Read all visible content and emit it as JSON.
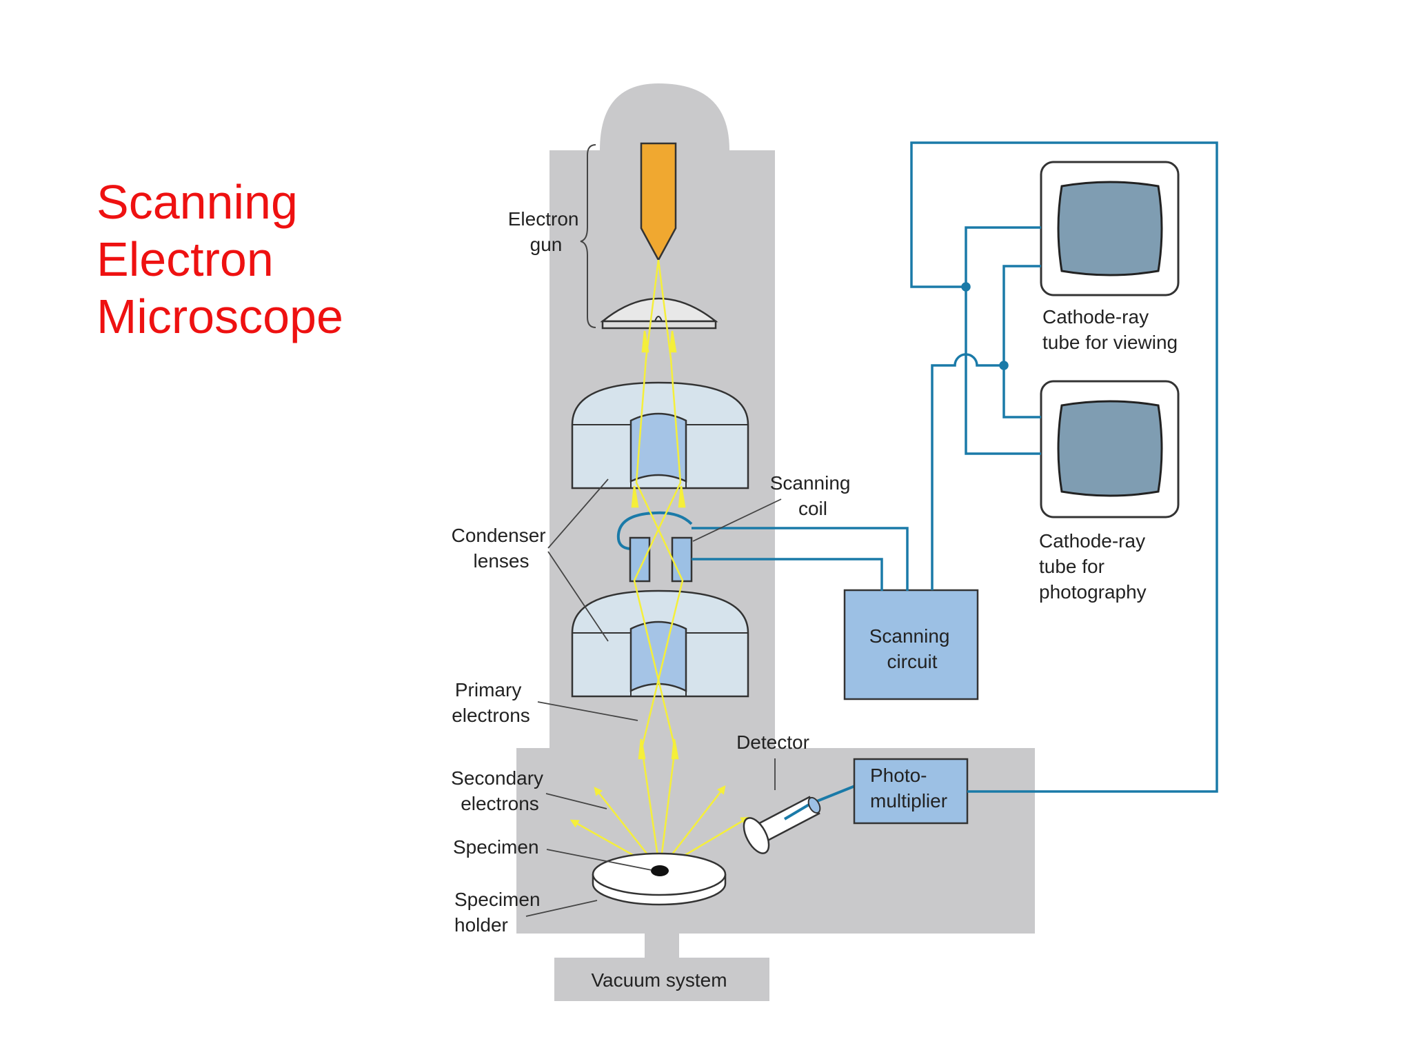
{
  "slide": {
    "title": "Scanning\nElectron\nMicroscope"
  },
  "labels": {
    "electron_gun": [
      "Electron",
      "gun"
    ],
    "condenser_lenses": [
      "Condenser",
      "lenses"
    ],
    "scanning_coil": [
      "Scanning",
      "coil"
    ],
    "scanning_circuit": [
      "Scanning",
      "circuit"
    ],
    "crt_viewing": [
      "Cathode-ray",
      "tube for viewing"
    ],
    "crt_photography": [
      "Cathode-ray",
      "tube for",
      "photography"
    ],
    "primary_electrons": [
      "Primary",
      "electrons"
    ],
    "detector": "Detector",
    "photomultiplier": [
      "Photo-",
      "multiplier"
    ],
    "secondary_electrons": [
      "Secondary",
      "electrons"
    ],
    "specimen": "Specimen",
    "specimen_holder": [
      "Specimen",
      "holder"
    ],
    "vacuum_system": "Vacuum system"
  },
  "colors": {
    "title": "#ee1111",
    "column": "#c9c9cb",
    "beam": "#f5ef3a",
    "filament": "#f0a830",
    "lens_body": "#d6e3ec",
    "lens_bore": "#a5c4e6",
    "wire": "#1a7aa8",
    "box": "#9cc0e4",
    "screen": "#7f9db2"
  }
}
